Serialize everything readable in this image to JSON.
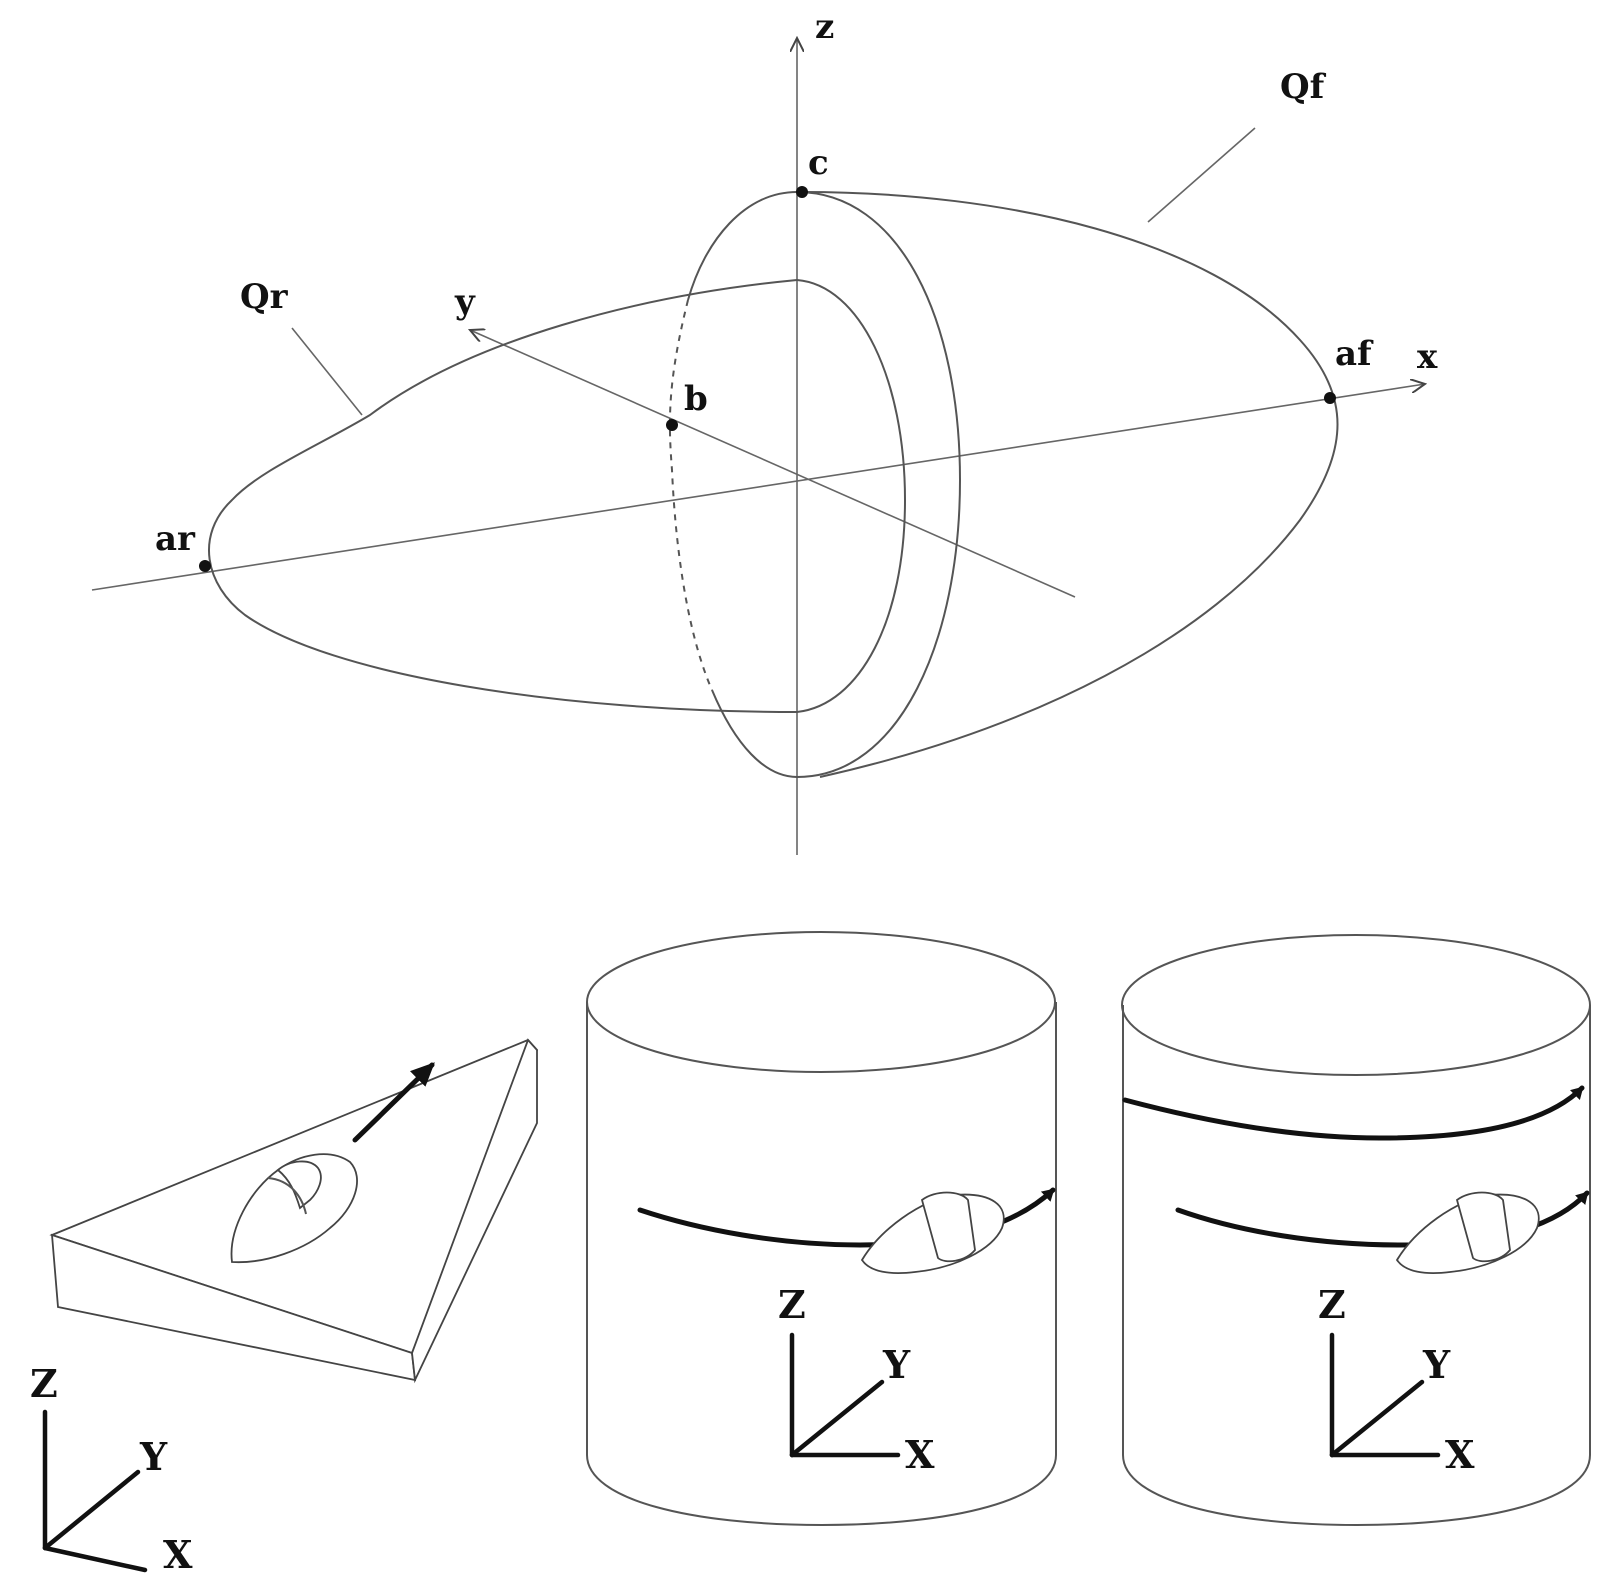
{
  "ellipsoid_diagram": {
    "labels": {
      "z_axis": "z",
      "x_axis": "x",
      "y_axis": "y",
      "point_c": "c",
      "point_b": "b",
      "point_af": "af",
      "point_ar": "ar",
      "front_quarter": "Qf",
      "rear_quarter": "Qr"
    }
  },
  "panels": [
    {
      "id": "flat-plate",
      "axes": {
        "z": "Z",
        "y": "Y",
        "x": "X"
      }
    },
    {
      "id": "cylinder-single-pass",
      "axes": {
        "z": "Z",
        "y": "Y",
        "x": "X"
      }
    },
    {
      "id": "cylinder-double-pass",
      "axes": {
        "z": "Z",
        "y": "Y",
        "x": "X"
      }
    }
  ]
}
